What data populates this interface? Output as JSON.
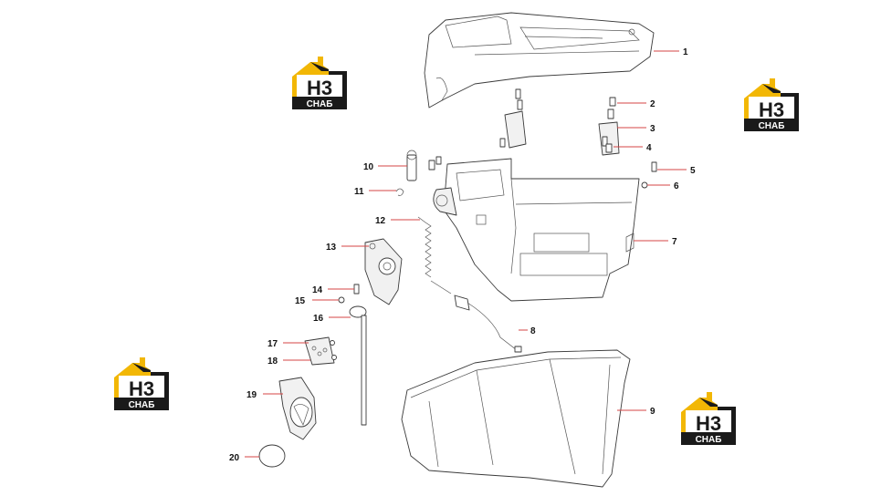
{
  "callouts": [
    "1",
    "2",
    "3",
    "4",
    "5",
    "6",
    "7",
    "8",
    "9",
    "10",
    "11",
    "12",
    "13",
    "14",
    "15",
    "16",
    "17",
    "18",
    "19",
    "20"
  ],
  "watermark": {
    "big_text": "H3",
    "small_text": "CHAБ",
    "colors": {
      "yellow": "#f2b705",
      "black": "#1a1a1a",
      "white": "#ffffff"
    }
  },
  "colors": {
    "leader": "#d64545",
    "outline": "#3a3a3a"
  }
}
